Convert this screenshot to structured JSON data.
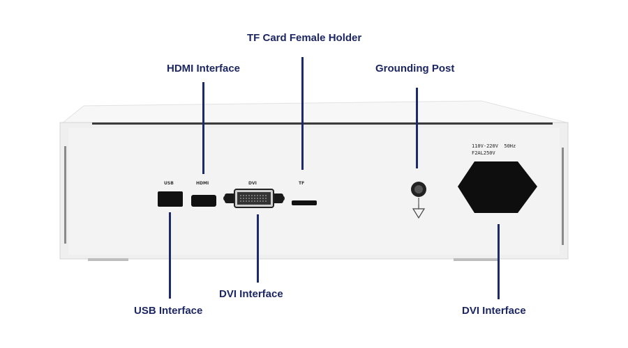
{
  "callouts": {
    "tf_card": "TF Card Female Holder",
    "hdmi": "HDMI Interface",
    "grounding": "Grounding Post",
    "usb": "USB Interface",
    "dvi_bottom": "DVI Interface",
    "dvi_right": "DVI Interface"
  },
  "device": {
    "port_labels": {
      "usb": "USB",
      "hdmi": "HDMI",
      "dvi": "DVI",
      "tf": "TF"
    },
    "rating_line1": "110V-220V  50Hz",
    "rating_line2": "F2AL250V"
  },
  "colors": {
    "callout_text": "#1c2663",
    "leader_line": "#1c2a6b",
    "device_body": "#f0f0f0",
    "port_black": "#111111"
  }
}
